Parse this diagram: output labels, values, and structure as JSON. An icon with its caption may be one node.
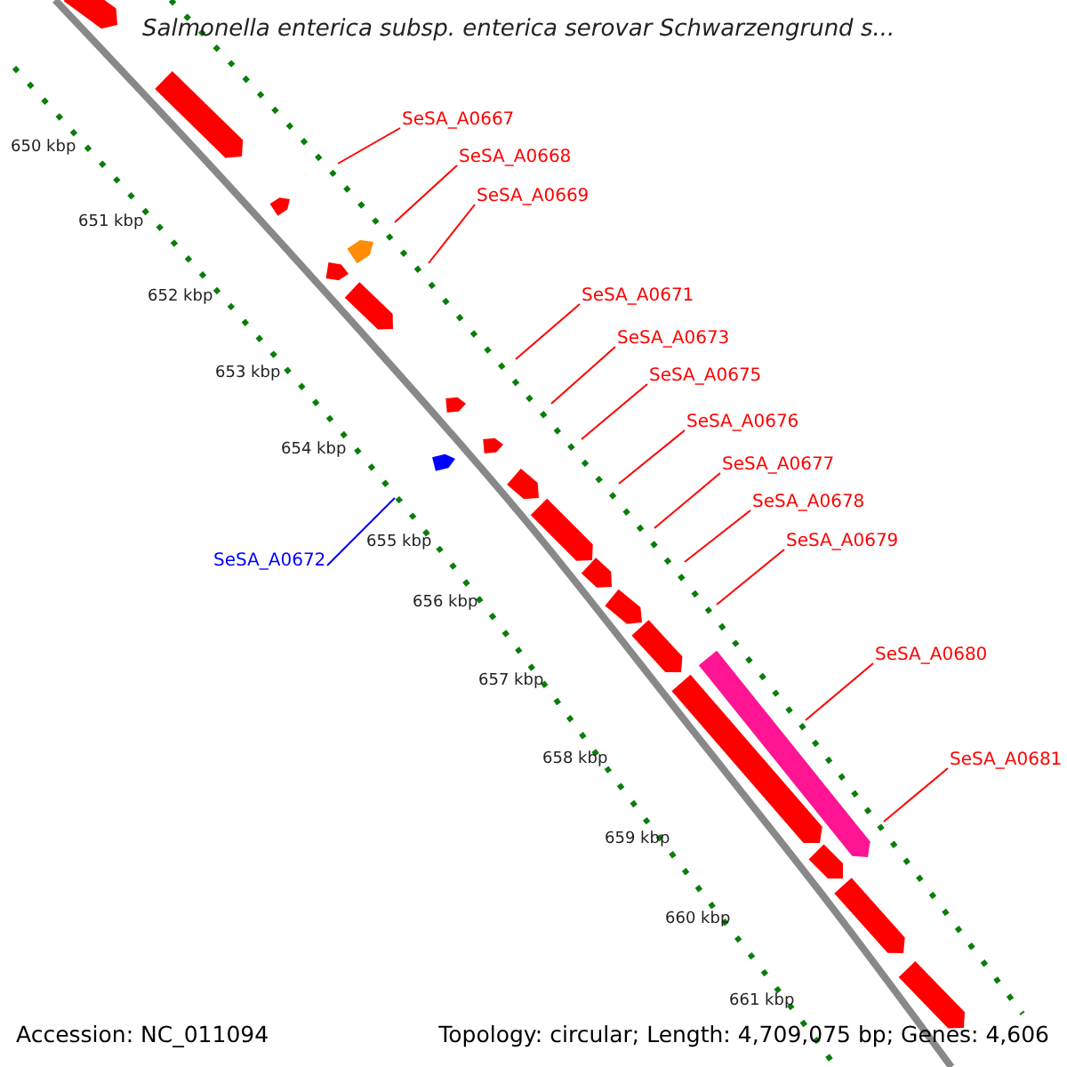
{
  "diagram": {
    "title": "Salmonella enterica subsp. enterica serovar Schwarzengrund s...",
    "nodes": [
      {
        "text": [
          "SeSA_A0667"
        ]
      },
      {
        "text": [
          "SeSA_A0668"
        ]
      },
      {
        "text": [
          "SeSA_A0669"
        ]
      },
      {
        "text": [
          "SeSA_A0671"
        ]
      },
      {
        "text": [
          "SeSA_A0673"
        ]
      },
      {
        "text": [
          "SeSA_A0675"
        ]
      },
      {
        "text": [
          "SeSA_A0676"
        ]
      },
      {
        "text": [
          "SeSA_A0677"
        ]
      },
      {
        "text": [
          "SeSA_A0678"
        ]
      },
      {
        "text": [
          "SeSA_A0679"
        ]
      },
      {
        "text": [
          "SeSA_A0672"
        ]
      },
      {
        "text": [
          "SeSA_A0680"
        ]
      },
      {
        "text": [
          "SeSA_A0681"
        ]
      }
    ],
    "edges": [
      {
        "from": 0,
        "to": null,
        "arrow": "none"
      },
      {
        "from": 1,
        "to": null,
        "arrow": "none"
      },
      {
        "from": 2,
        "to": null,
        "arrow": "none"
      },
      {
        "from": 3,
        "to": null,
        "arrow": "none"
      },
      {
        "from": 4,
        "to": null,
        "arrow": "none"
      },
      {
        "from": 5,
        "to": null,
        "arrow": "none"
      },
      {
        "from": 6,
        "to": null,
        "arrow": "none"
      },
      {
        "from": 7,
        "to": null,
        "arrow": "none"
      },
      {
        "from": 8,
        "to": null,
        "arrow": "none"
      },
      {
        "from": 9,
        "to": null,
        "arrow": "none"
      },
      {
        "from": 10,
        "to": null,
        "arrow": "none",
        "color": "#0000ff"
      },
      {
        "from": 11,
        "to": null,
        "arrow": "none"
      },
      {
        "from": 12,
        "to": null,
        "arrow": "none"
      }
    ],
    "labels": [
      "650 kbp",
      "651 kbp",
      "652 kbp",
      "653 kbp",
      "654 kbp",
      "655 kbp",
      "656 kbp",
      "657 kbp",
      "658 kbp",
      "659 kbp",
      "660 kbp",
      "661 kbp",
      "Accession: NC_011094",
      "Topology: circular; Length: 4,709,075 bp; Genes: 4,606"
    ]
  }
}
